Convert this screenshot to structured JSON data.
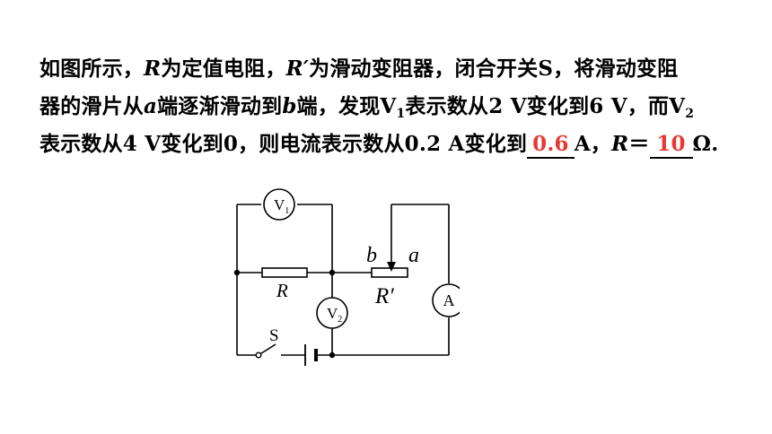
{
  "problem": {
    "l1_p1": "如图所示，",
    "l1_R": "R",
    "l1_p2": "为定值电阻，",
    "l1_Rp": "R′",
    "l1_p3": "为滑动变阻器，闭合开关S，将滑动变阻",
    "l2_p1": "器的滑片从",
    "l2_a": "a",
    "l2_p2": "端逐渐滑动到",
    "l2_b": "b",
    "l2_p3": "端，发现V",
    "l2_sub1": "1",
    "l2_p4": "表示数从2 V变化到6 V，而V",
    "l2_sub2": "2",
    "l3_p1": "表示数从4 V变化到0，则电流表示数从0.2 A变化到",
    "answer1": "0.6",
    "l3_p2": "A，",
    "l3_R": "R",
    "l3_p3": "＝",
    "answer2": "10",
    "l3_p4": "Ω."
  },
  "circuit": {
    "v1_label": "V",
    "v1_sub": "1",
    "v2_label": "V",
    "v2_sub": "2",
    "ammeter_label": "A",
    "r_label": "R",
    "rprime_label": "R′",
    "b_label": "b",
    "a_label": "a",
    "switch_label": "S"
  },
  "colors": {
    "answer": "#e53935",
    "text": "#000000"
  }
}
